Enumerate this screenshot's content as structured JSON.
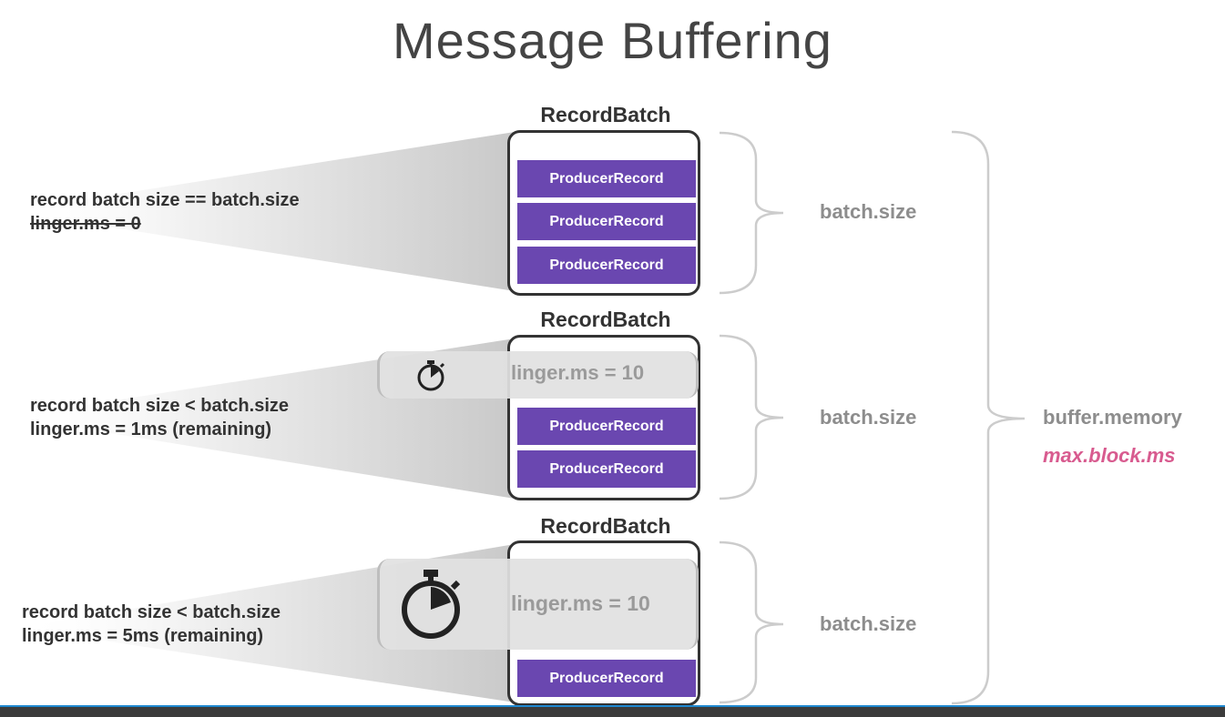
{
  "title": "Message Buffering",
  "record_batch_label": "RecordBatch",
  "producer_record_label": "ProducerRecord",
  "batch_size_label": "batch.size",
  "buffer_memory_label": "buffer.memory",
  "max_block_label": "max.block.ms",
  "colors": {
    "record": "#6a47b0",
    "max_block": "#d85b8f",
    "accent_bar": "#1e88d0"
  },
  "rows": [
    {
      "condition": "record batch size == batch.size",
      "linger": "linger.ms = 0",
      "linger_struck": true,
      "timer": null,
      "records": 3
    },
    {
      "condition": "record batch size < batch.size",
      "linger": "linger.ms = 1ms (remaining)",
      "linger_struck": false,
      "timer": "linger.ms = 10",
      "records": 2
    },
    {
      "condition": "record batch size < batch.size",
      "linger": "linger.ms = 5ms (remaining)",
      "linger_struck": false,
      "timer": "linger.ms = 10",
      "records": 1
    }
  ]
}
